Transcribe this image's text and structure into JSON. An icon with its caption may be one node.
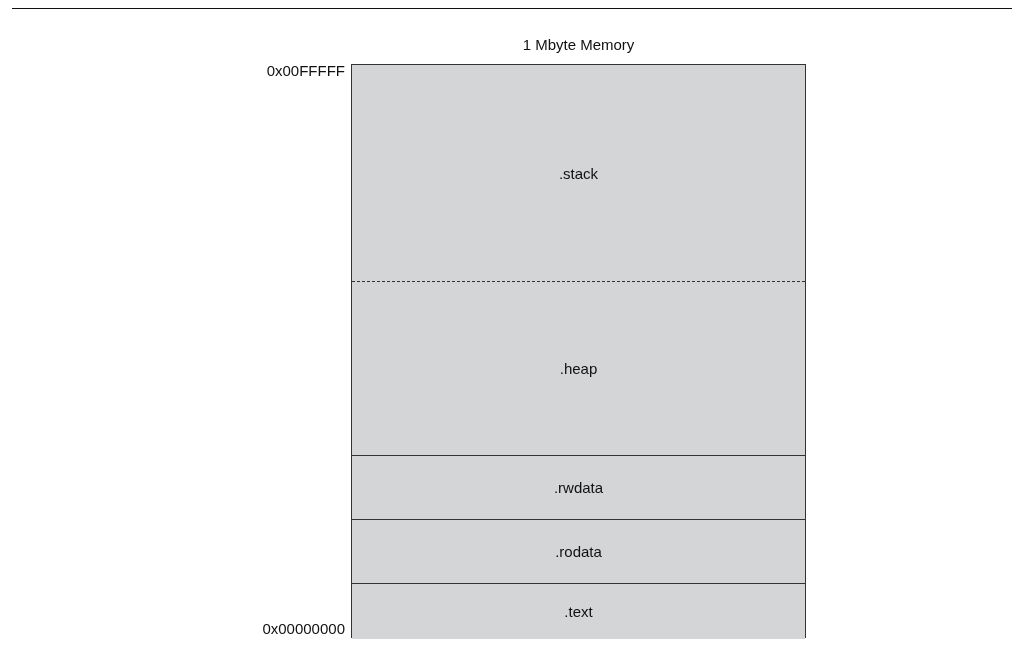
{
  "diagram": {
    "nodes": [
      {
        "text": [
          "1 Mbyte Memory"
        ]
      },
      {
        "text": [
          ".stack"
        ],
        "in": 0
      },
      {
        "text": [
          ".heap"
        ],
        "in": 0
      },
      {
        "text": [
          ".rwdata"
        ],
        "in": 0
      },
      {
        "text": [
          ".rodata"
        ],
        "in": 0
      },
      {
        "text": [
          ".text"
        ],
        "in": 0
      }
    ],
    "labels": [
      "0x00FFFFF",
      "0x00000000"
    ]
  }
}
